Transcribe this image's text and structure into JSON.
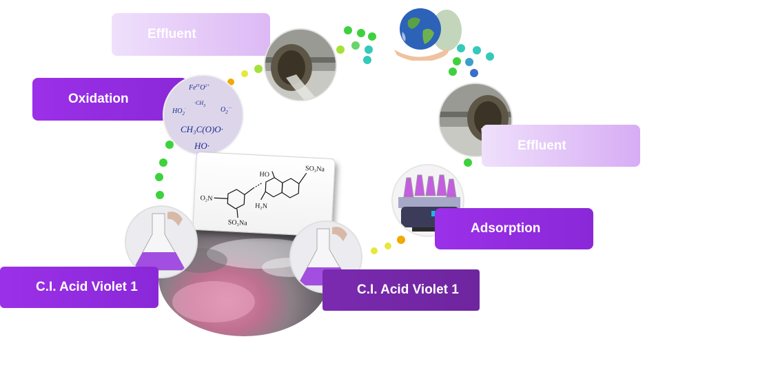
{
  "labels": {
    "effluent_top": "Effluent",
    "oxidation": "Oxidation",
    "effluent_right": "Effluent",
    "adsorption": "Adsorption",
    "dye_left": "C.I. Acid Violet 1",
    "dye_right": "C.I. Acid Violet 1"
  },
  "radicals": {
    "fe": "Fe",
    "fe_sup": "IV",
    "fe_o": "O",
    "fe_o_sup": "2+",
    "ch3": "·CH",
    "ch3_sub": "3",
    "ho2": "HO",
    "ho2_sub": "2",
    "ho2_sup": "·",
    "o2": "O",
    "o2_sub": "2",
    "o2_sup": "−·",
    "peracetyl": "CH₃C(O)O·",
    "ho": "HO·"
  },
  "structure": {
    "so3na_top": "SO₃Na",
    "ho": "HO",
    "o2n": "O₂N",
    "h2n": "H₂N",
    "so3na_bottom": "SO₃Na"
  },
  "icons": {
    "pipe_top": "effluent-pipe-icon",
    "pipe_right": "effluent-pipe-icon",
    "earth": "earth-in-hand-icon",
    "shaker": "orbital-shaker-icon",
    "flask_left": "violet-flask-icon",
    "flask_right": "violet-flask-icon"
  },
  "colors": {
    "violet_label": "#9b30e8",
    "light_label": "#e3c7f7",
    "dark_label": "#7a2ab0",
    "dye": "#a24ee0"
  }
}
